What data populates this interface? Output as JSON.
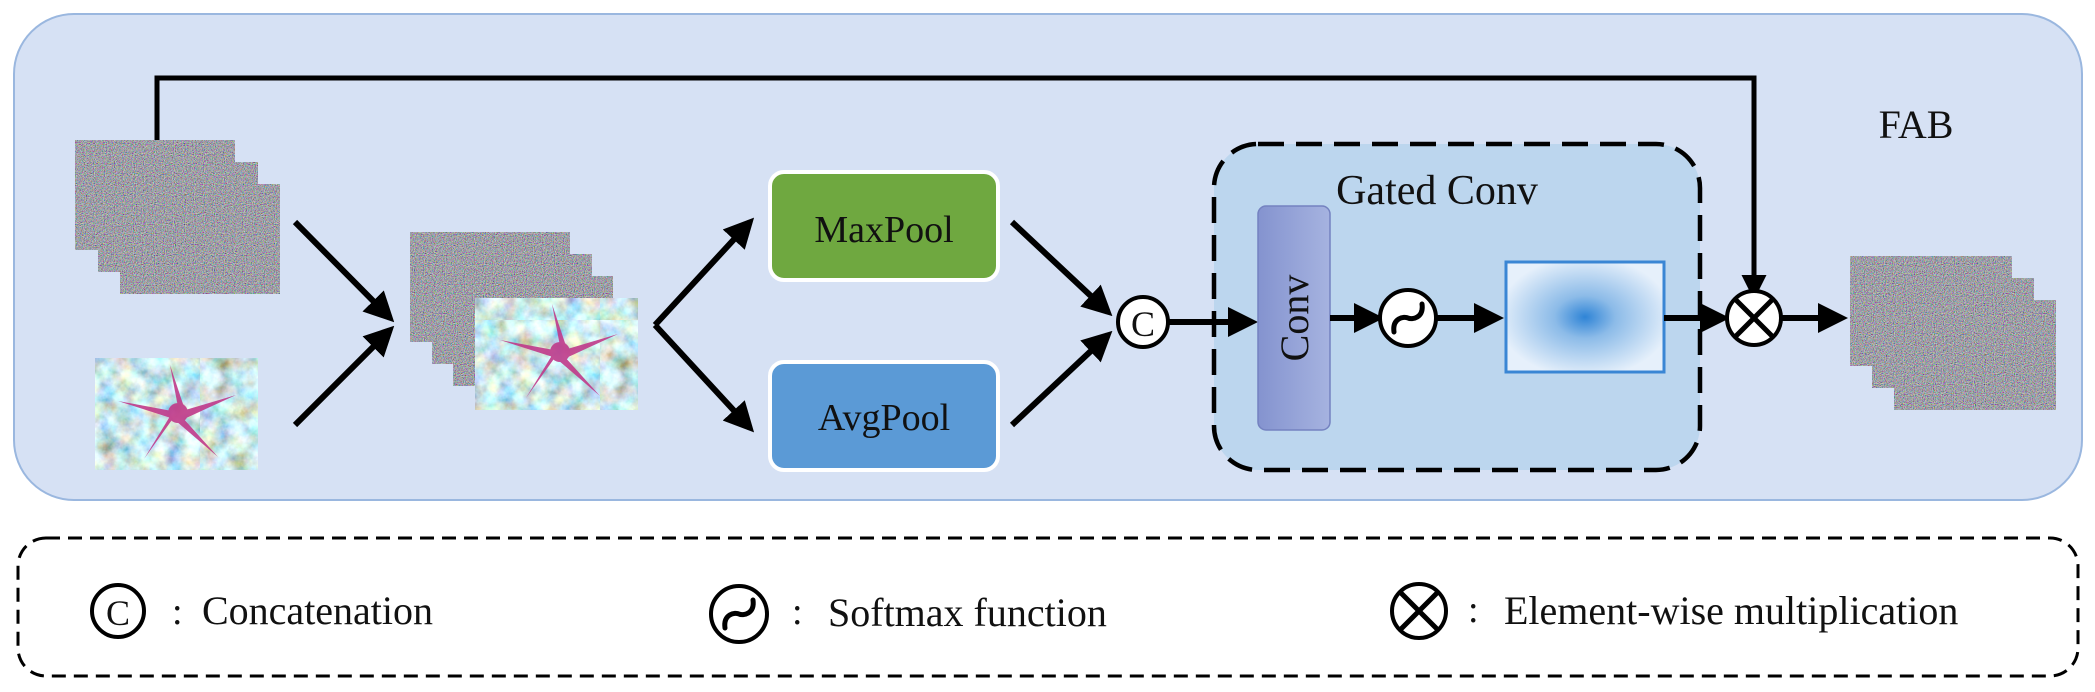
{
  "block": {
    "title": "FAB"
  },
  "gated_conv": {
    "title": "Gated Conv",
    "conv_label": "Conv"
  },
  "pools": {
    "max": "MaxPool",
    "avg": "AvgPool"
  },
  "symbols": {
    "concat": "C"
  },
  "legend": {
    "concat": "Concatenation",
    "softmax": "Softmax function",
    "multiply": "Element-wise multiplication",
    "separator": ":"
  },
  "colors": {
    "panel_bg": "#d6e1f4",
    "panel_border": "#9ab7df",
    "gated_bg": "#bcd6ee",
    "maxpool": "#6fa840",
    "avgpool": "#5b9ad6",
    "conv": "#8f9fd5",
    "heatmap_center": "#2f84d6"
  }
}
